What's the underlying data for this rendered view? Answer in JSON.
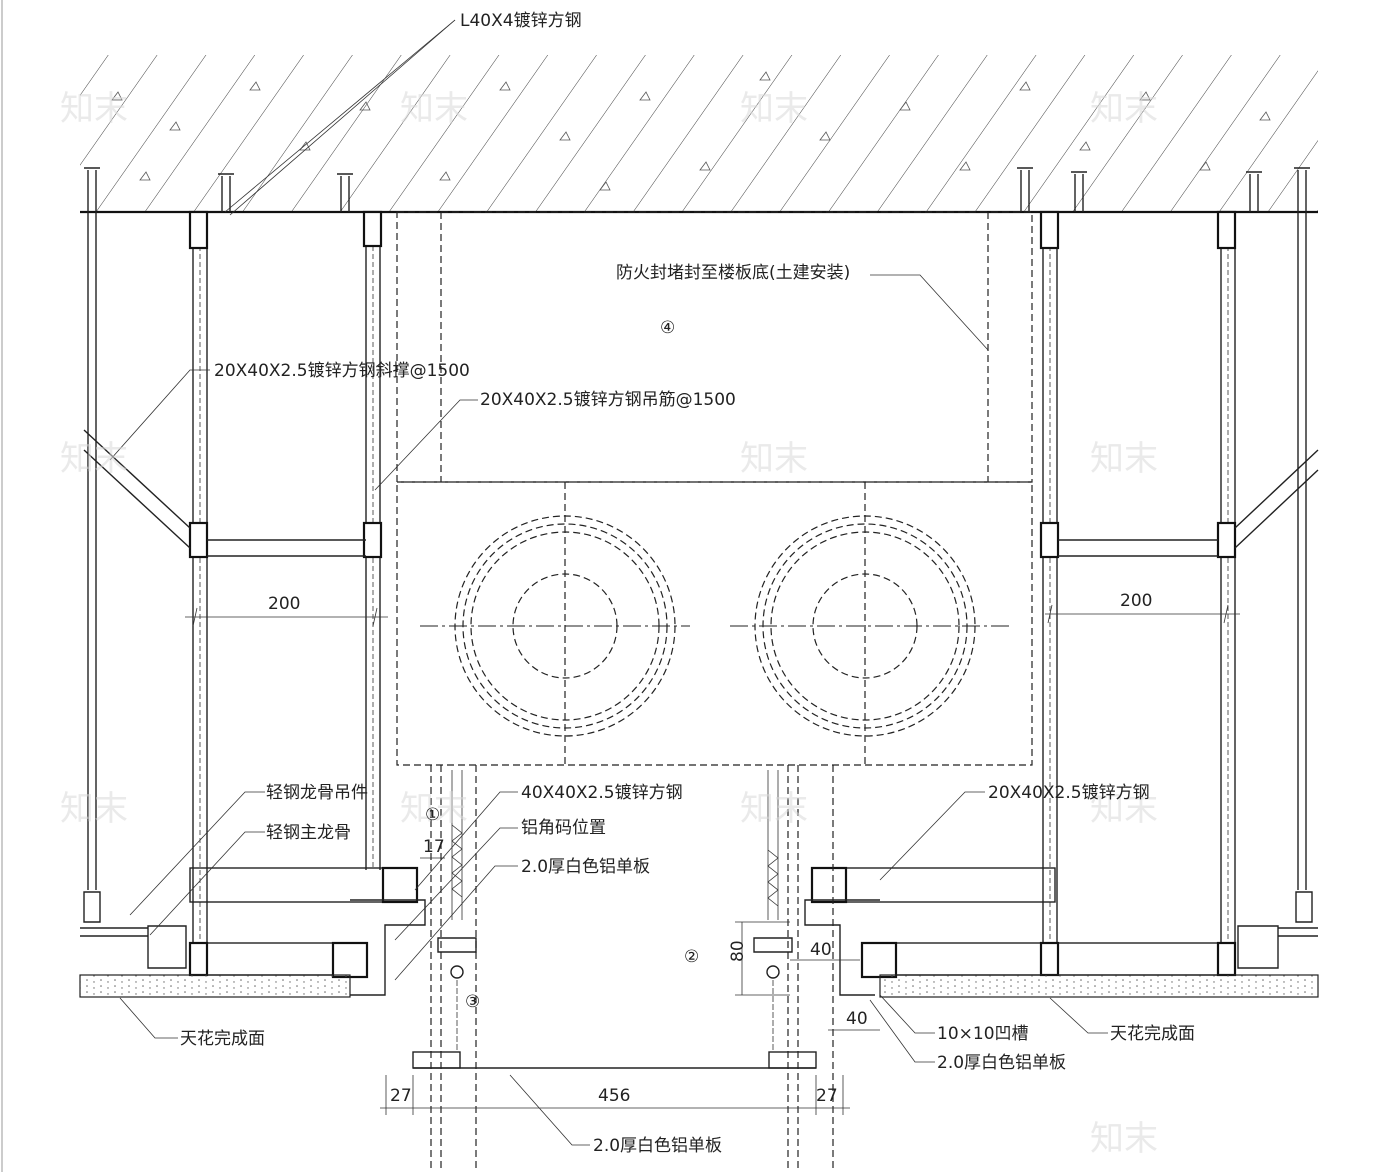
{
  "labels": {
    "top_angle": "L40X4镀锌方钢",
    "firestop": "防火封堵封至楼板底(土建安装)",
    "brace": "20X40X2.5镀锌方钢斜撑@1500",
    "hanger_bar": "20X40X2.5镀锌方钢吊筋@1500",
    "tube_40": "40X40X2.5镀锌方钢",
    "corner": "铝角码位置",
    "panel_left": "2.0厚白色铝单板",
    "hanger_light": "轻钢龙骨吊件",
    "main_keel": "轻钢主龙骨",
    "ceiling_left": "天花完成面",
    "tube_20_right": "20X40X2.5镀锌方钢",
    "groove": "10×10凹槽",
    "panel_right": "2.0厚白色铝单板",
    "ceiling_right": "天花完成面",
    "panel_bottom": "2.0厚白色铝单板"
  },
  "markers": {
    "m1": "①",
    "m2": "②",
    "m3": "③",
    "m4": "④"
  },
  "dimensions": {
    "d200_left": "200",
    "d200_right": "200",
    "d17": "17",
    "d80": "80",
    "d40_upper": "40",
    "d40_lower": "40",
    "d27_left": "27",
    "d456": "456",
    "d27_right": "27"
  },
  "watermark": "知末"
}
